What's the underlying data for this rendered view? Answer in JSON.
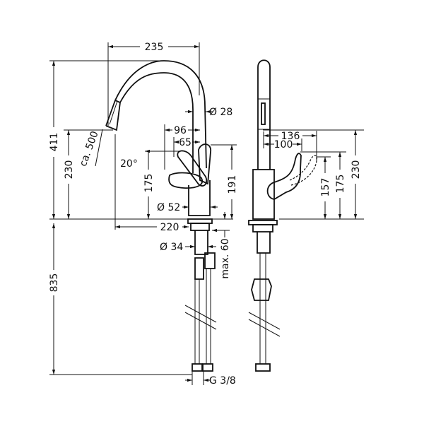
{
  "drawing": {
    "front_view": {
      "dims": {
        "width_235": "235",
        "height_411": "411",
        "height_230": "230",
        "hose_ca500": "ca. 500",
        "angle_20": "20°",
        "dia_28": "Ø 28",
        "dist_96": "96",
        "dist_65": "65",
        "height_175": "175",
        "height_191": "191",
        "dia_52": "Ø 52",
        "reach_220": "220",
        "dia_34": "Ø 34",
        "max_60": "max. 60",
        "below_835": "835",
        "thread_g38": "G 3/8"
      }
    },
    "side_view": {
      "dims": {
        "dist_136": "136",
        "dist_100": "100",
        "height_157": "157",
        "height_175": "175",
        "height_230": "230"
      }
    }
  }
}
